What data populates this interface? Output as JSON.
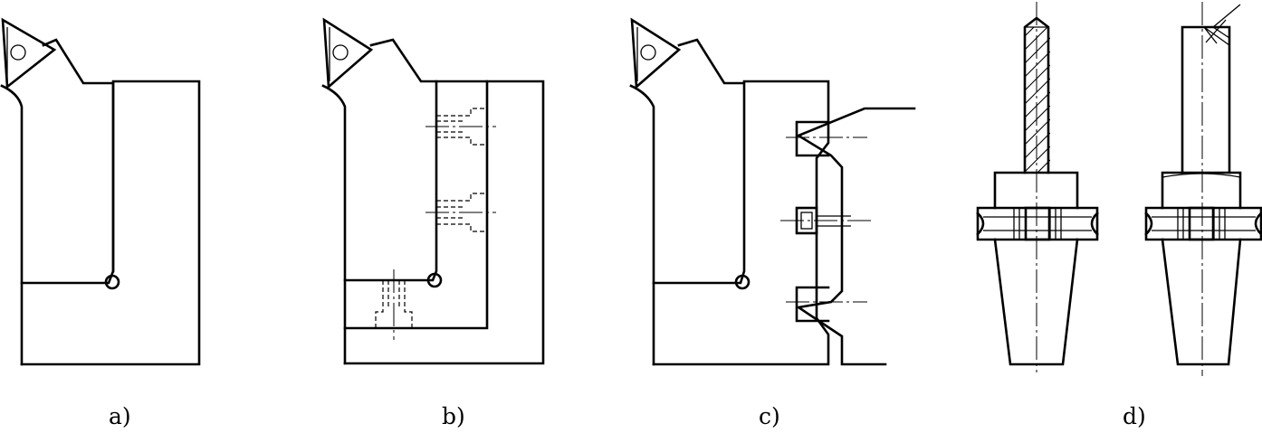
{
  "figure": {
    "panels": [
      {
        "id": "a",
        "label": "a)"
      },
      {
        "id": "b",
        "label": "b)"
      },
      {
        "id": "c",
        "label": "c)"
      },
      {
        "id": "d",
        "label": "d)"
      }
    ]
  },
  "colors": {
    "ink": "#000000",
    "background": "#ffffff"
  }
}
